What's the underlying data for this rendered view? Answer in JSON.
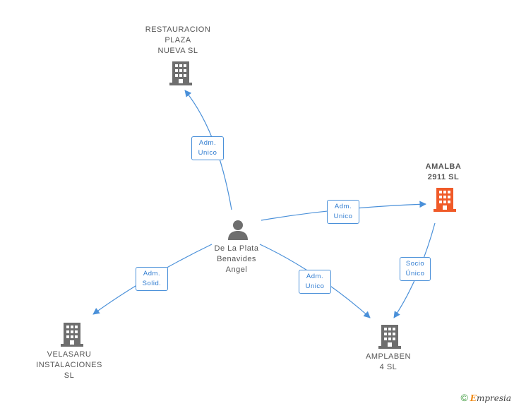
{
  "nodes": {
    "restauracion": {
      "lines": [
        "RESTAURACION",
        "PLAZA",
        "NUEVA  SL"
      ]
    },
    "amalba": {
      "lines": [
        "AMALBA",
        "2911  SL"
      ]
    },
    "person": {
      "lines": [
        "De La Plata",
        "Benavides",
        "Angel"
      ]
    },
    "velasaru": {
      "lines": [
        "VELASARU",
        "INSTALACIONES",
        "SL"
      ]
    },
    "amplaben": {
      "lines": [
        "AMPLABEN",
        "4  SL"
      ]
    }
  },
  "edges": {
    "to_restauracion": [
      "Adm.",
      "Unico"
    ],
    "to_amalba": [
      "Adm.",
      "Unico"
    ],
    "to_velasaru": [
      "Adm.",
      "Solid."
    ],
    "to_amplaben": [
      "Adm.",
      "Unico"
    ],
    "amalba_to_amplaben": [
      "Socio",
      "Único"
    ]
  },
  "colors": {
    "building": "#6e6e6e",
    "building_highlight": "#f05a28",
    "edge": "#4a90d9",
    "person": "#6e6e6e"
  },
  "footer": {
    "copyright": "©",
    "brand_first": "E",
    "brand_rest": "mpresia"
  }
}
